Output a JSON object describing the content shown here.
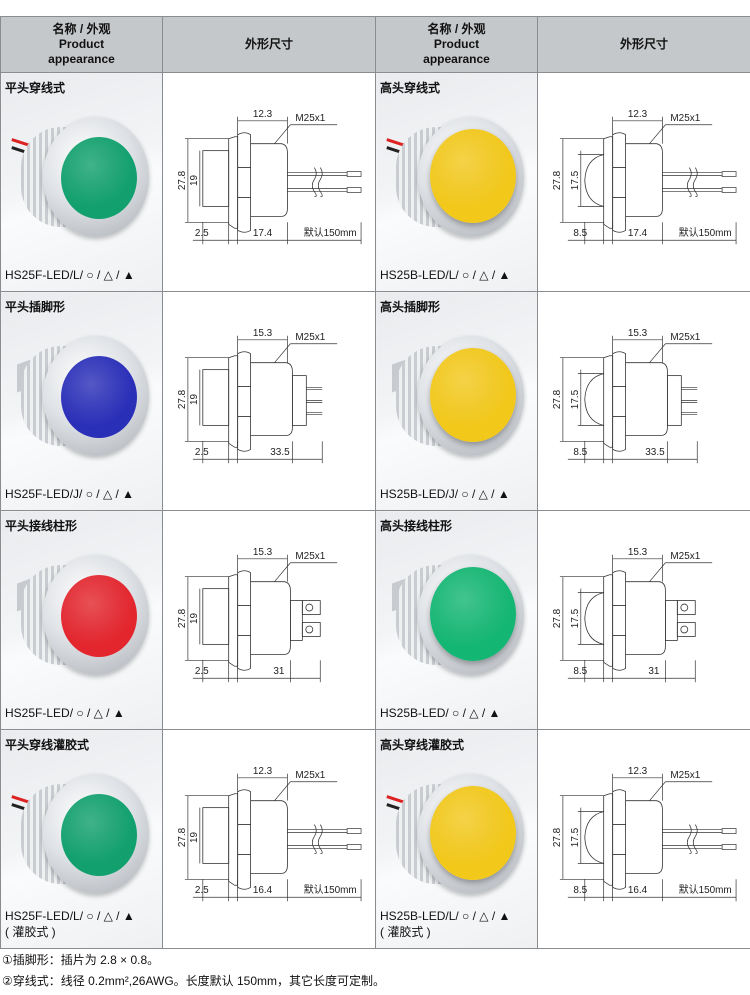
{
  "header": {
    "name_cn": "名称 / 外观",
    "name_en1": "Product",
    "name_en2": "appearance",
    "dims": "外形尺寸"
  },
  "rows": [
    [
      {
        "title": "平头穿线式",
        "model": "HS25F-LED/L/ ○ / △ / ▲",
        "model2": "",
        "lens": "#12a06e",
        "head": "flat",
        "term": "wire",
        "d": {
          "top": "12.3",
          "thread": "M25x1",
          "h": "27.8",
          "d": "19",
          "left": "2.5",
          "mid": "17.4",
          "right": "默认150mm"
        }
      },
      {
        "title": "高头穿线式",
        "model": "HS25B-LED/L/ ○ / △ / ▲",
        "model2": "",
        "lens": "#f2c81a",
        "head": "dome",
        "term": "wire",
        "d": {
          "top": "12.3",
          "thread": "M25x1",
          "h": "27.8",
          "d": "17.5",
          "left": "8.5",
          "mid": "17.4",
          "right": "默认150mm"
        }
      }
    ],
    [
      {
        "title": "平头插脚形",
        "model": "HS25F-LED/J/ ○ / △ / ▲",
        "model2": "",
        "lens": "#2a2fb8",
        "head": "flat",
        "term": "pin",
        "d": {
          "top": "15.3",
          "thread": "M25x1",
          "h": "27.8",
          "d": "19",
          "left": "2.5",
          "mid": "33.5",
          "right": ""
        }
      },
      {
        "title": "高头插脚形",
        "model": "HS25B-LED/J/ ○ / △ / ▲",
        "model2": "",
        "lens": "#f2c81a",
        "head": "dome",
        "term": "pin",
        "d": {
          "top": "15.3",
          "thread": "M25x1",
          "h": "27.8",
          "d": "17.5",
          "left": "8.5",
          "mid": "33.5",
          "right": ""
        }
      }
    ],
    [
      {
        "title": "平头接线柱形",
        "model": "HS25F-LED/ ○ / △ / ▲",
        "model2": "",
        "lens": "#e3262e",
        "head": "flat",
        "term": "screw",
        "d": {
          "top": "15.3",
          "thread": "M25x1",
          "h": "27.8",
          "d": "19",
          "left": "2.5",
          "mid": "31",
          "right": ""
        }
      },
      {
        "title": "高头接线柱形",
        "model": "HS25B-LED/ ○ / △ / ▲",
        "model2": "",
        "lens": "#14b673",
        "head": "dome",
        "term": "screw",
        "d": {
          "top": "15.3",
          "thread": "M25x1",
          "h": "27.8",
          "d": "17.5",
          "left": "8.5",
          "mid": "31",
          "right": ""
        }
      }
    ],
    [
      {
        "title": "平头穿线灌胶式",
        "model": "HS25F-LED/L/ ○ / △ / ▲",
        "model2": "( 灌胶式 )",
        "lens": "#12a06e",
        "head": "flat",
        "term": "wire",
        "d": {
          "top": "12.3",
          "thread": "M25x1",
          "h": "27.8",
          "d": "19",
          "left": "2.5",
          "mid": "16.4",
          "right": "默认150mm"
        }
      },
      {
        "title": "高头穿线灌胶式",
        "model": "HS25B-LED/L/ ○ / △ / ▲",
        "model2": "( 灌胶式 )",
        "lens": "#f2c81a",
        "head": "dome",
        "term": "wire",
        "d": {
          "top": "12.3",
          "thread": "M25x1",
          "h": "27.8",
          "d": "17.5",
          "left": "8.5",
          "mid": "16.4",
          "right": "默认150mm"
        }
      }
    ]
  ],
  "notes": [
    "①插脚形：插片为 2.8 × 0.8。",
    "②穿线式：线径 0.2mm²,26AWG。长度默认 150mm，其它长度可定制。"
  ]
}
